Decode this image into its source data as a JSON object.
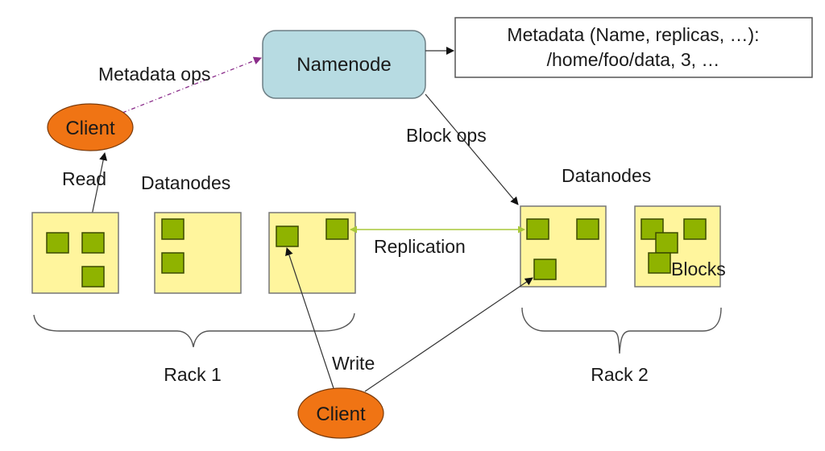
{
  "diagram": {
    "title": "HDFS Architecture",
    "namenode": {
      "label": "Namenode"
    },
    "metadata": {
      "line1": "Metadata (Name, replicas, …):",
      "line2": "/home/foo/data, 3, …"
    },
    "clients": [
      {
        "label": "Client"
      },
      {
        "label": "Client"
      }
    ],
    "edge_labels": {
      "metadata_ops": "Metadata ops",
      "block_ops": "Block ops",
      "read": "Read",
      "write": "Write",
      "replication": "Replication",
      "blocks": "Blocks"
    },
    "datanodes_labels": [
      "Datanodes",
      "Datanodes"
    ],
    "racks": [
      {
        "label": "Rack 1",
        "datanode_count": 3,
        "blocks_per_datanode": [
          3,
          2,
          2
        ]
      },
      {
        "label": "Rack 2",
        "datanode_count": 2,
        "blocks_per_datanode": [
          3,
          4
        ]
      }
    ],
    "colors": {
      "namenode_fill": "#b7dbe2",
      "client_fill": "#f07414",
      "datanode_fill": "#fff59d",
      "block_fill": "#8fb300",
      "metadata_ops_line": "#8a2c8a",
      "replication_line": "#a8c83a"
    }
  }
}
